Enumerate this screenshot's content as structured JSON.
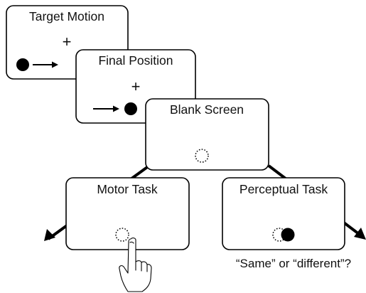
{
  "screens": {
    "target_motion": {
      "title": "Target Motion",
      "fixation": "+"
    },
    "final_position": {
      "title": "Final Position",
      "fixation": "+"
    },
    "blank_screen": {
      "title": "Blank Screen"
    },
    "motor_task": {
      "title": "Motor Task"
    },
    "perceptual_task": {
      "title": "Perceptual Task"
    }
  },
  "question": "“Same” or “different”?",
  "icons": [
    "filled-dot-icon",
    "arrow-icon",
    "dotted-circle-icon",
    "pointing-hand-icon"
  ]
}
